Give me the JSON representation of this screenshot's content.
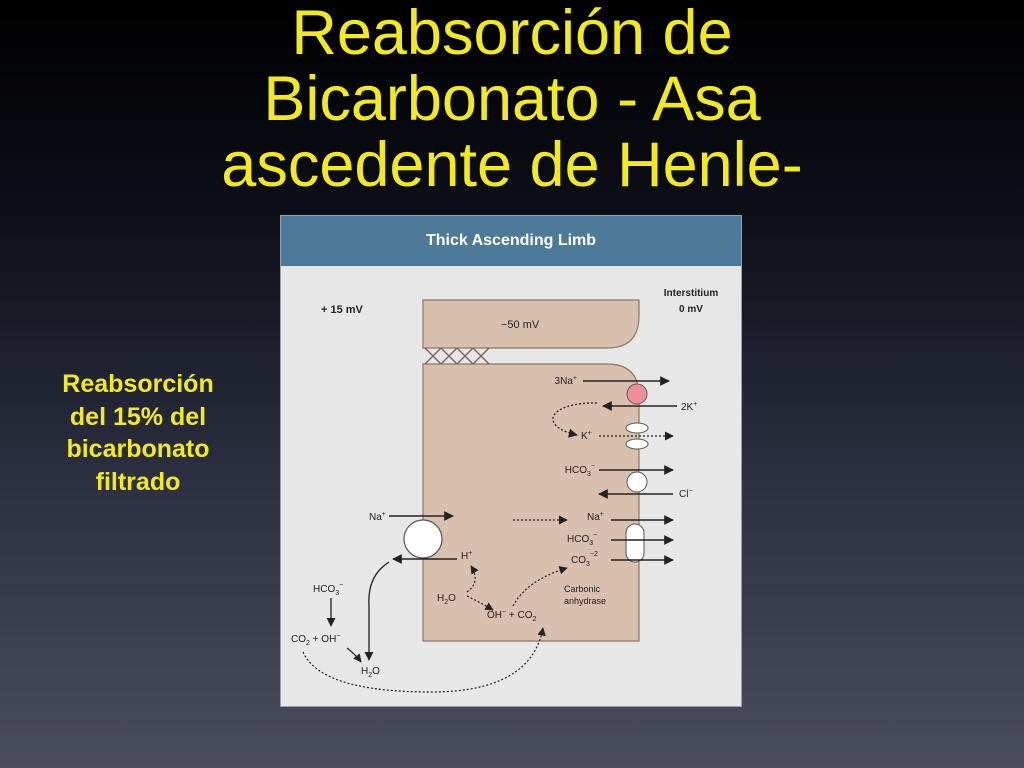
{
  "slide": {
    "title_lines": [
      "Reabsorción de",
      "Bicarbonato - Asa",
      "ascedente de Henle-"
    ],
    "side_note_lines": [
      "Reabsorción",
      "del 15% del",
      "bicarbonato",
      "filtrado"
    ]
  },
  "figure": {
    "header": "Thick Ascending Limb",
    "lumen_voltage": "+ 15 mV",
    "cell_voltage": "−50 mV",
    "interstitium_label": "Interstitium",
    "interstitium_voltage": "0 mV",
    "basolateral": {
      "na3": "3Na",
      "na3_charge": "+",
      "k2": "2K",
      "k2_charge": "+",
      "k": "K",
      "k_charge": "+",
      "hco3_a": "HCO",
      "hco3_a_sub": "3",
      "hco3_a_charge": "−",
      "cl": "Cl",
      "cl_charge": "−",
      "na_b": "Na",
      "na_b_charge": "+",
      "hco3_b": "HCO",
      "hco3_b_sub": "3",
      "hco3_b_charge": "−",
      "co3": "CO",
      "co3_sub": "3",
      "co3_charge": "−2"
    },
    "apical": {
      "na": "Na",
      "na_charge": "+",
      "h": "H",
      "h_charge": "+"
    },
    "cell": {
      "h2o": "H",
      "h2o_sub": "2",
      "h2o_o": "O",
      "oh": "OH",
      "oh_charge": "−",
      "plus": " + CO",
      "co2_sub": "2",
      "enzyme_line1": "Carbonic",
      "enzyme_line2": "anhydrase"
    },
    "lumen": {
      "hco3": "HCO",
      "hco3_sub": "3",
      "hco3_charge": "−",
      "co2": "CO",
      "co2_sub": "2",
      "co2_plus_oh": " + OH",
      "oh_charge": "−",
      "h2o": "H",
      "h2o_sub": "2",
      "h2o_o": "O"
    }
  }
}
